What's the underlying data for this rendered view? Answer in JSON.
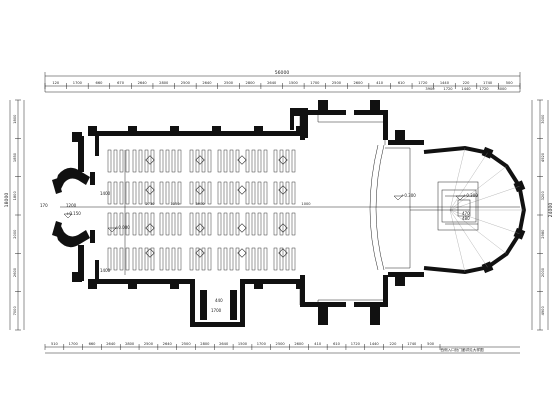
{
  "drawing": {
    "overall_dimension": "56000",
    "top_dims_inner": [
      "120",
      "1700",
      "660",
      "670",
      "2640",
      "2800",
      "2500",
      "2640",
      "2500",
      "2800",
      "2640",
      "1500",
      "1700",
      "2500",
      "2600",
      "410",
      "610",
      "1720",
      "1440",
      "220",
      "1740",
      "500"
    ],
    "top_dims_outer": [
      "3900",
      "1720",
      "1440",
      "1720",
      "3000"
    ],
    "bottom_dims": [
      "510",
      "1700",
      "660",
      "2640",
      "2800",
      "2500",
      "2640",
      "2500",
      "2800",
      "2640",
      "1500",
      "1700",
      "2500",
      "2600",
      "410",
      "610",
      "1720",
      "1440",
      "220",
      "1740",
      "500"
    ],
    "bottom_right_note": "西侧入口处门廊详见大样图",
    "left_dims": [
      "1800",
      "1850",
      "1800",
      "2000",
      "2600",
      "7000"
    ],
    "left_overall": "18000",
    "right_overall": "24000",
    "right_dims": [
      "3000",
      "4920",
      "3200",
      "2980",
      "2000",
      "4900"
    ],
    "nave_dims": [
      "2730",
      "1150",
      "3900",
      "1000"
    ],
    "elevation_marks": [
      "±0.000",
      "+0.300",
      "+0.300",
      "+0.150"
    ],
    "small_labels": [
      "1400",
      "1400",
      "170",
      "1200",
      "470",
      "480",
      "440",
      "1700"
    ]
  }
}
